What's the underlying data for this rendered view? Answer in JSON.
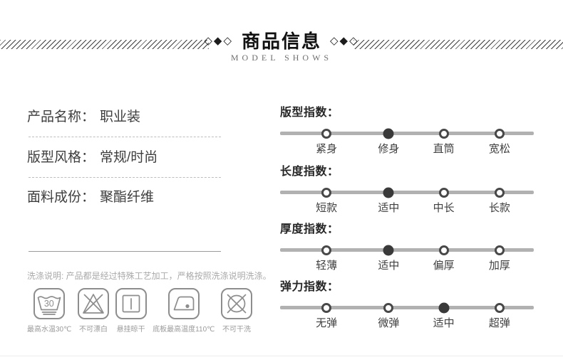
{
  "header": {
    "ornament": "◇◆◇",
    "title": "商品信息",
    "subtitle": "MODEL SHOWS"
  },
  "specs": [
    {
      "label": "产品名称：",
      "value": "职业装"
    },
    {
      "label": "版型风格：",
      "value": "常规/时尚"
    },
    {
      "label": "面料成份：",
      "value": "聚酯纤维"
    }
  ],
  "wash_note": "洗涤说明: 产品都是经过特殊工艺加工，严格按照洗涤说明洗涤。",
  "care_icons": [
    {
      "icon": "wash-max-30-icon",
      "glyph": "30",
      "label": "最高水温30℃"
    },
    {
      "icon": "no-bleach-icon",
      "label": "不可漂白"
    },
    {
      "icon": "hang-dry-icon",
      "label": "悬挂晾干"
    },
    {
      "icon": "iron-max-110-icon",
      "label": "底板最高温度110℃"
    },
    {
      "icon": "no-dry-clean-icon",
      "label": "不可干洗"
    }
  ],
  "indexes": [
    {
      "title": "版型指数：",
      "options": [
        "紧身",
        "修身",
        "直筒",
        "宽松"
      ],
      "selected": 1
    },
    {
      "title": "长度指数：",
      "options": [
        "短款",
        "适中",
        "中长",
        "长款"
      ],
      "selected": 1
    },
    {
      "title": "厚度指数：",
      "options": [
        "轻薄",
        "适中",
        "偏厚",
        "加厚"
      ],
      "selected": 1
    },
    {
      "title": "弹力指数：",
      "options": [
        "无弹",
        "微弹",
        "适中",
        "超弹"
      ],
      "selected": 2
    }
  ],
  "colors": {
    "selected_dot": "#3a3a3a",
    "open_dot_border": "#484848",
    "track": "#b1b1b1",
    "text": "#3d3d3d",
    "muted": "#9a9a9a"
  }
}
